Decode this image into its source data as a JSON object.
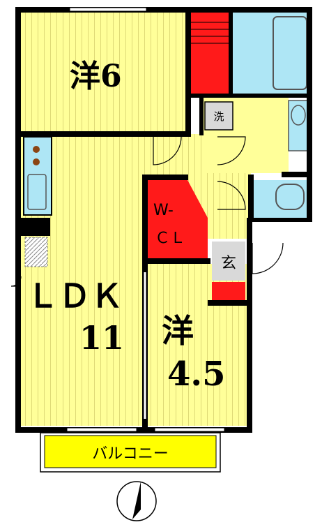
{
  "rooms": {
    "western_6": {
      "label": "洋6"
    },
    "ldk": {
      "label_top": "ＬＤＫ",
      "label_bottom": "11"
    },
    "western_45": {
      "label_top": "洋",
      "label_bottom": "4.5"
    },
    "walk_in_closet": {
      "label_top": "W-",
      "label_bottom": "ＣＬ"
    },
    "entrance": {
      "label": "玄"
    },
    "washer": {
      "label": "洗"
    },
    "balcony": {
      "label": "バルコニー"
    }
  },
  "colors": {
    "floor_yellow": "#ffff99",
    "floor_stripe": "#c8c060",
    "wall": "#000000",
    "storage_red": "#ff1a1a",
    "wet_area_blue": "#aee6f5",
    "balcony_yellow": "#ffff00",
    "grey_box": "#d9d9d9"
  }
}
